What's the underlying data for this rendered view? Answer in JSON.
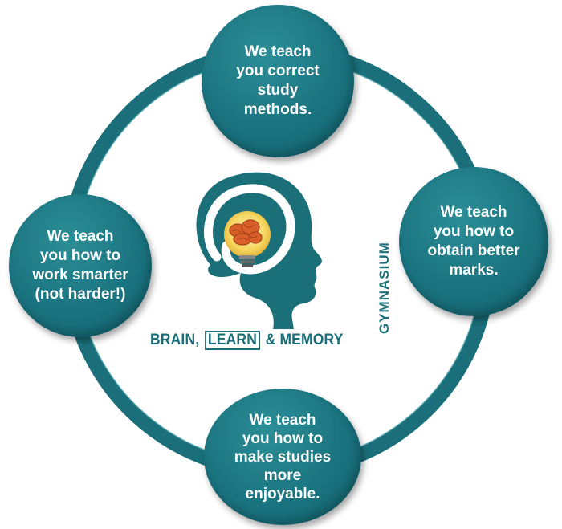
{
  "bubbles": {
    "top": "We teach\nyou correct\nstudy\nmethods.",
    "right": "We teach\nyou how to\nobtain better\nmarks.",
    "bottom": "We teach\nyou how to\nmake studies\nmore\nenjoyable.",
    "left": "We teach\nyou how to\nwork smarter\n(not harder!)"
  },
  "logo": {
    "brain": "BRAIN,",
    "learn": "LEARN",
    "memory": "& MEMORY",
    "gymnasium": "GYMNASIUM"
  },
  "colors": {
    "teal": "#1a7480",
    "logo_text": "#1b6f79",
    "bulb": "#f5c542",
    "brain": "#d9602a"
  }
}
